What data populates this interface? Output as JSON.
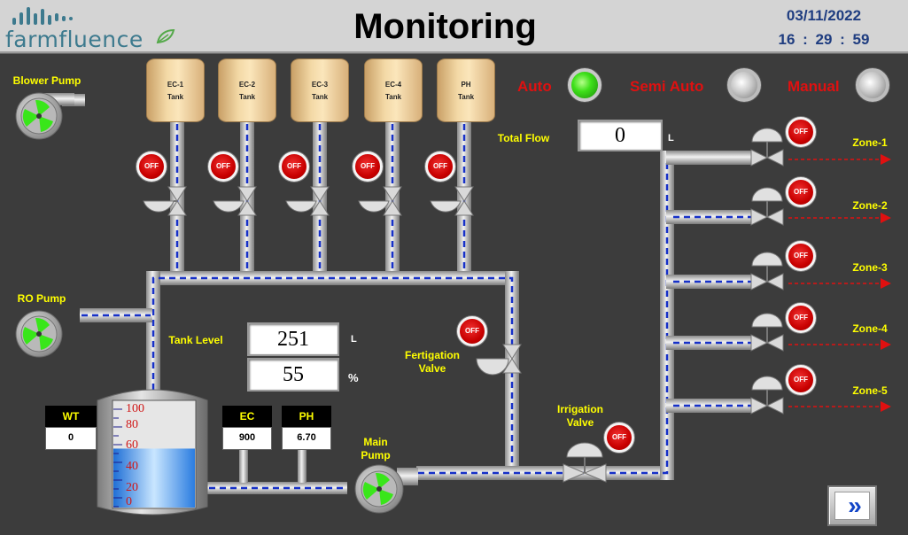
{
  "header": {
    "logo_text": "farmfluence",
    "title": "Monitoring",
    "date": "03/11/2022",
    "time": "16 : 29 : 59"
  },
  "modes": [
    {
      "label": "Auto",
      "state": "on"
    },
    {
      "label": "Semi Auto",
      "state": "off"
    },
    {
      "label": "Manual",
      "state": "off"
    }
  ],
  "pumps": {
    "blower": "Blower Pump",
    "ro": "RO Pump",
    "main": "Main Pump"
  },
  "tanks": [
    {
      "line1": "EC-1",
      "line2": "Tank",
      "valve_state": "OFF"
    },
    {
      "line1": "EC-2",
      "line2": "Tank",
      "valve_state": "OFF"
    },
    {
      "line1": "EC-3",
      "line2": "Tank",
      "valve_state": "OFF"
    },
    {
      "line1": "EC-4",
      "line2": "Tank",
      "valve_state": "OFF"
    },
    {
      "line1": "PH",
      "line2": "Tank",
      "valve_state": "OFF"
    }
  ],
  "total_flow": {
    "label": "Total Flow",
    "value": "0",
    "unit": "L"
  },
  "tank_level": {
    "label": "Tank Level",
    "liters": "251",
    "liters_unit": "L",
    "percent": "55",
    "percent_unit": "%",
    "fill_fraction": 0.55
  },
  "gauge_ticks": [
    "100",
    "80",
    "60",
    "40",
    "20",
    "0"
  ],
  "sensors": [
    {
      "label": "WT",
      "value": "0"
    },
    {
      "label": "EC",
      "value": "900"
    },
    {
      "label": "PH",
      "value": "6.70"
    }
  ],
  "fertigation_valve": {
    "line1": "Fertigation",
    "line2": "Valve",
    "state": "OFF"
  },
  "irrigation_valve": {
    "line1": "Irrigation",
    "line2": "Valve",
    "state": "OFF"
  },
  "zones": [
    {
      "label": "Zone-1",
      "state": "OFF"
    },
    {
      "label": "Zone-2",
      "state": "OFF"
    },
    {
      "label": "Zone-3",
      "state": "OFF"
    },
    {
      "label": "Zone-4",
      "state": "OFF"
    },
    {
      "label": "Zone-5",
      "state": "OFF"
    }
  ],
  "navigation": {
    "next_glyph": "»"
  },
  "colors": {
    "label_yellow": "#ffff00",
    "mode_red": "#e01010",
    "flow_blue": "#1630c8",
    "zone_arrow_red": "#e01010",
    "led_on_green": "#3ee01a"
  }
}
